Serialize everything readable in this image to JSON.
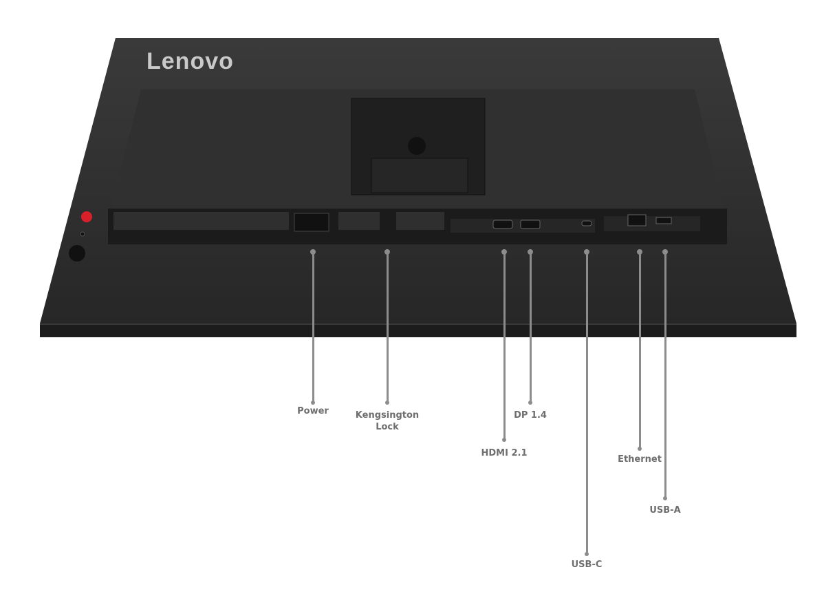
{
  "brand": {
    "logo_text": "Lenovo",
    "logo_color": "#c9c9c9"
  },
  "colors": {
    "monitor_body": "#2b2b2b",
    "callout_line": "#8c8c8c",
    "label_text": "#6e6e6e",
    "power_button": "#d8202a"
  },
  "callouts": [
    {
      "label": "Power",
      "icon": "power-icon"
    },
    {
      "label": "Kengsington\nLock",
      "icon": "lock-icon"
    },
    {
      "label": "HDMI 2.1",
      "icon": "hdmi-icon"
    },
    {
      "label": "DP 1.4",
      "icon": "displayport-icon"
    },
    {
      "label": "USB-C",
      "icon": "usb-c-icon"
    },
    {
      "label": "Ethernet",
      "icon": "ethernet-icon"
    },
    {
      "label": "USB-A",
      "icon": "usb-a-icon"
    }
  ]
}
